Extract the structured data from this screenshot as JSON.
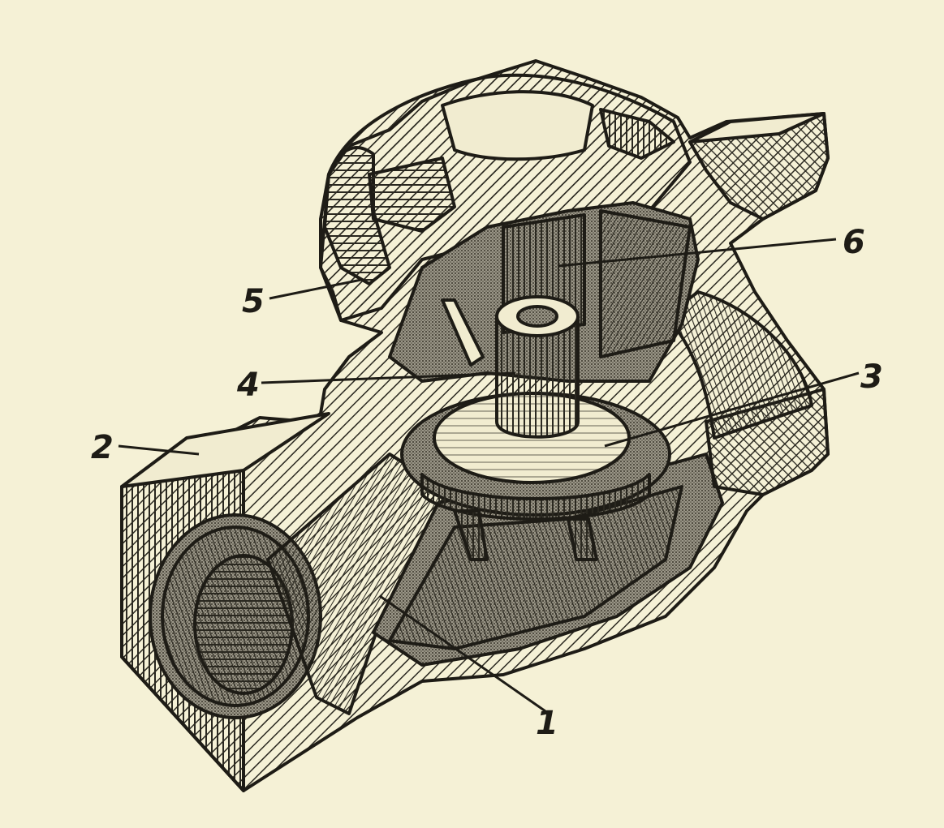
{
  "figure": {
    "callouts": [
      {
        "id": "1",
        "text": "1"
      },
      {
        "id": "2",
        "text": "2"
      },
      {
        "id": "3",
        "text": "3"
      },
      {
        "id": "4",
        "text": "4"
      },
      {
        "id": "5",
        "text": "5"
      },
      {
        "id": "6",
        "text": "6"
      }
    ]
  },
  "colors": {
    "paper": "#f5f1d6",
    "ink": "#1e1c16"
  }
}
